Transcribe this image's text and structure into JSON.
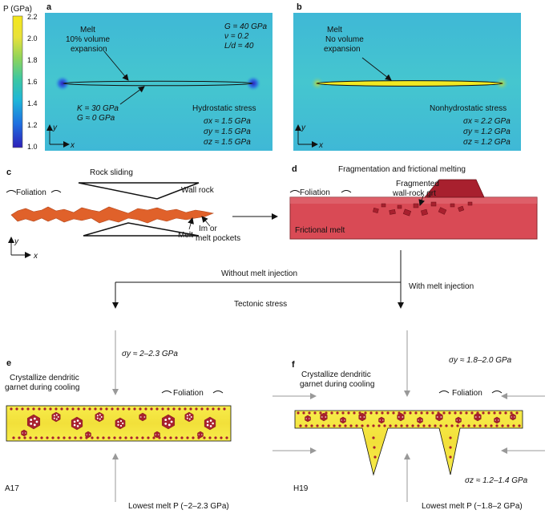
{
  "colorbar": {
    "title": "P (GPa)",
    "ticks": [
      "2.2",
      "2.0",
      "1.8",
      "1.6",
      "1.4",
      "1.2",
      "1.0"
    ],
    "colors": [
      "#2e1fb8",
      "#1f6fe0",
      "#1fb6d8",
      "#3cc7a2",
      "#8fd45a",
      "#e8e13a",
      "#f5e71a"
    ]
  },
  "panels": {
    "a": {
      "letter": "a",
      "melt_label": [
        "Melt",
        "10% volume",
        "expansion"
      ],
      "params": [
        "G = 40 GPa",
        "ν = 0.2",
        "L/d = 40"
      ],
      "inclusion": [
        "K = 30 GPa",
        "G ≈ 0 GPa"
      ],
      "stress_title": "Hydrostatic stress",
      "stresses": [
        "σx ≈ 1.5 GPa",
        "σy ≈ 1.5 GPa",
        "σz ≈ 1.5 GPa"
      ],
      "axis_y": "y",
      "axis_x": "x",
      "field_color": "#3fc0d4",
      "melt_color": "#3fc0d4"
    },
    "b": {
      "letter": "b",
      "melt_label": [
        "Melt",
        "No volume",
        "expansion"
      ],
      "stress_title": "Nonhydrostatic stress",
      "stresses": [
        "σx ≈ 2.2 GPa",
        "σy ≈ 1.2 GPa",
        "σz ≈ 1.2 GPa"
      ],
      "axis_y": "y",
      "axis_x": "x",
      "field_color": "#3fc0d4",
      "melt_color": "#f2ea22"
    },
    "c": {
      "letter": "c",
      "rock_sliding": "Rock sliding",
      "foliation": "Foliation",
      "wall_rock": "Wall rock",
      "melt": "Melt",
      "im_melt": [
        "Im or",
        "melt pockets"
      ],
      "axis_y": "y",
      "axis_x": "x"
    },
    "d": {
      "letter": "d",
      "title": "Fragmentation and frictional melting",
      "foliation": "Foliation",
      "fragmented": [
        "Fragmented",
        "wall-rock grt"
      ],
      "frictional_melt": "Frictional melt",
      "melt_color": "#d94a55"
    },
    "flow": {
      "without": "Without melt injection",
      "with": "With melt injection",
      "tectonic": "Tectonic stress"
    },
    "e": {
      "letter": "e",
      "sigma": "σy ≈ 2–2.3 GPa",
      "crystallize": [
        "Crystallize dendritic",
        "garnet during cooling"
      ],
      "foliation": "Foliation",
      "sample": "A17",
      "lowest": "Lowest melt P (~2–2.3 GPa)"
    },
    "f": {
      "letter": "f",
      "sigma": "σy ≈ 1.8–2.0 GPa",
      "crystallize": [
        "Crystallize dendritic",
        "garnet during cooling"
      ],
      "foliation": "Foliation",
      "sample": "H19",
      "sigma_z": "σz ≈ 1.2–1.4 GPa",
      "lowest": "Lowest melt P (~1.8–2 GPa)"
    }
  },
  "colors": {
    "melt_orange": "#e0612a",
    "garnet_red": "#a8202e",
    "vein_yellow": "#f4e43a",
    "arrow_gray": "#999999"
  }
}
